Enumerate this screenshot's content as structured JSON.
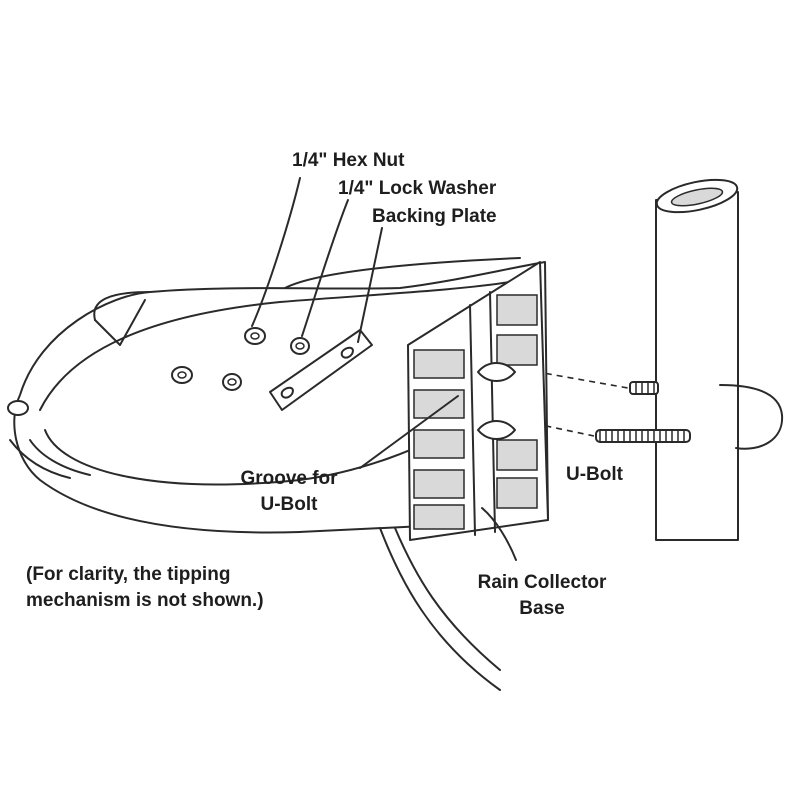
{
  "labels": {
    "hex_nut": "1/4\" Hex Nut",
    "lock_washer": "1/4\" Lock Washer",
    "backing_plate": "Backing Plate",
    "groove_line1": "Groove for",
    "groove_line2": "U-Bolt",
    "u_bolt": "U-Bolt",
    "base_line1": "Rain Collector",
    "base_line2": "Base",
    "note_line1": "(For clarity, the tipping",
    "note_line2": "mechanism is not shown.)"
  }
}
